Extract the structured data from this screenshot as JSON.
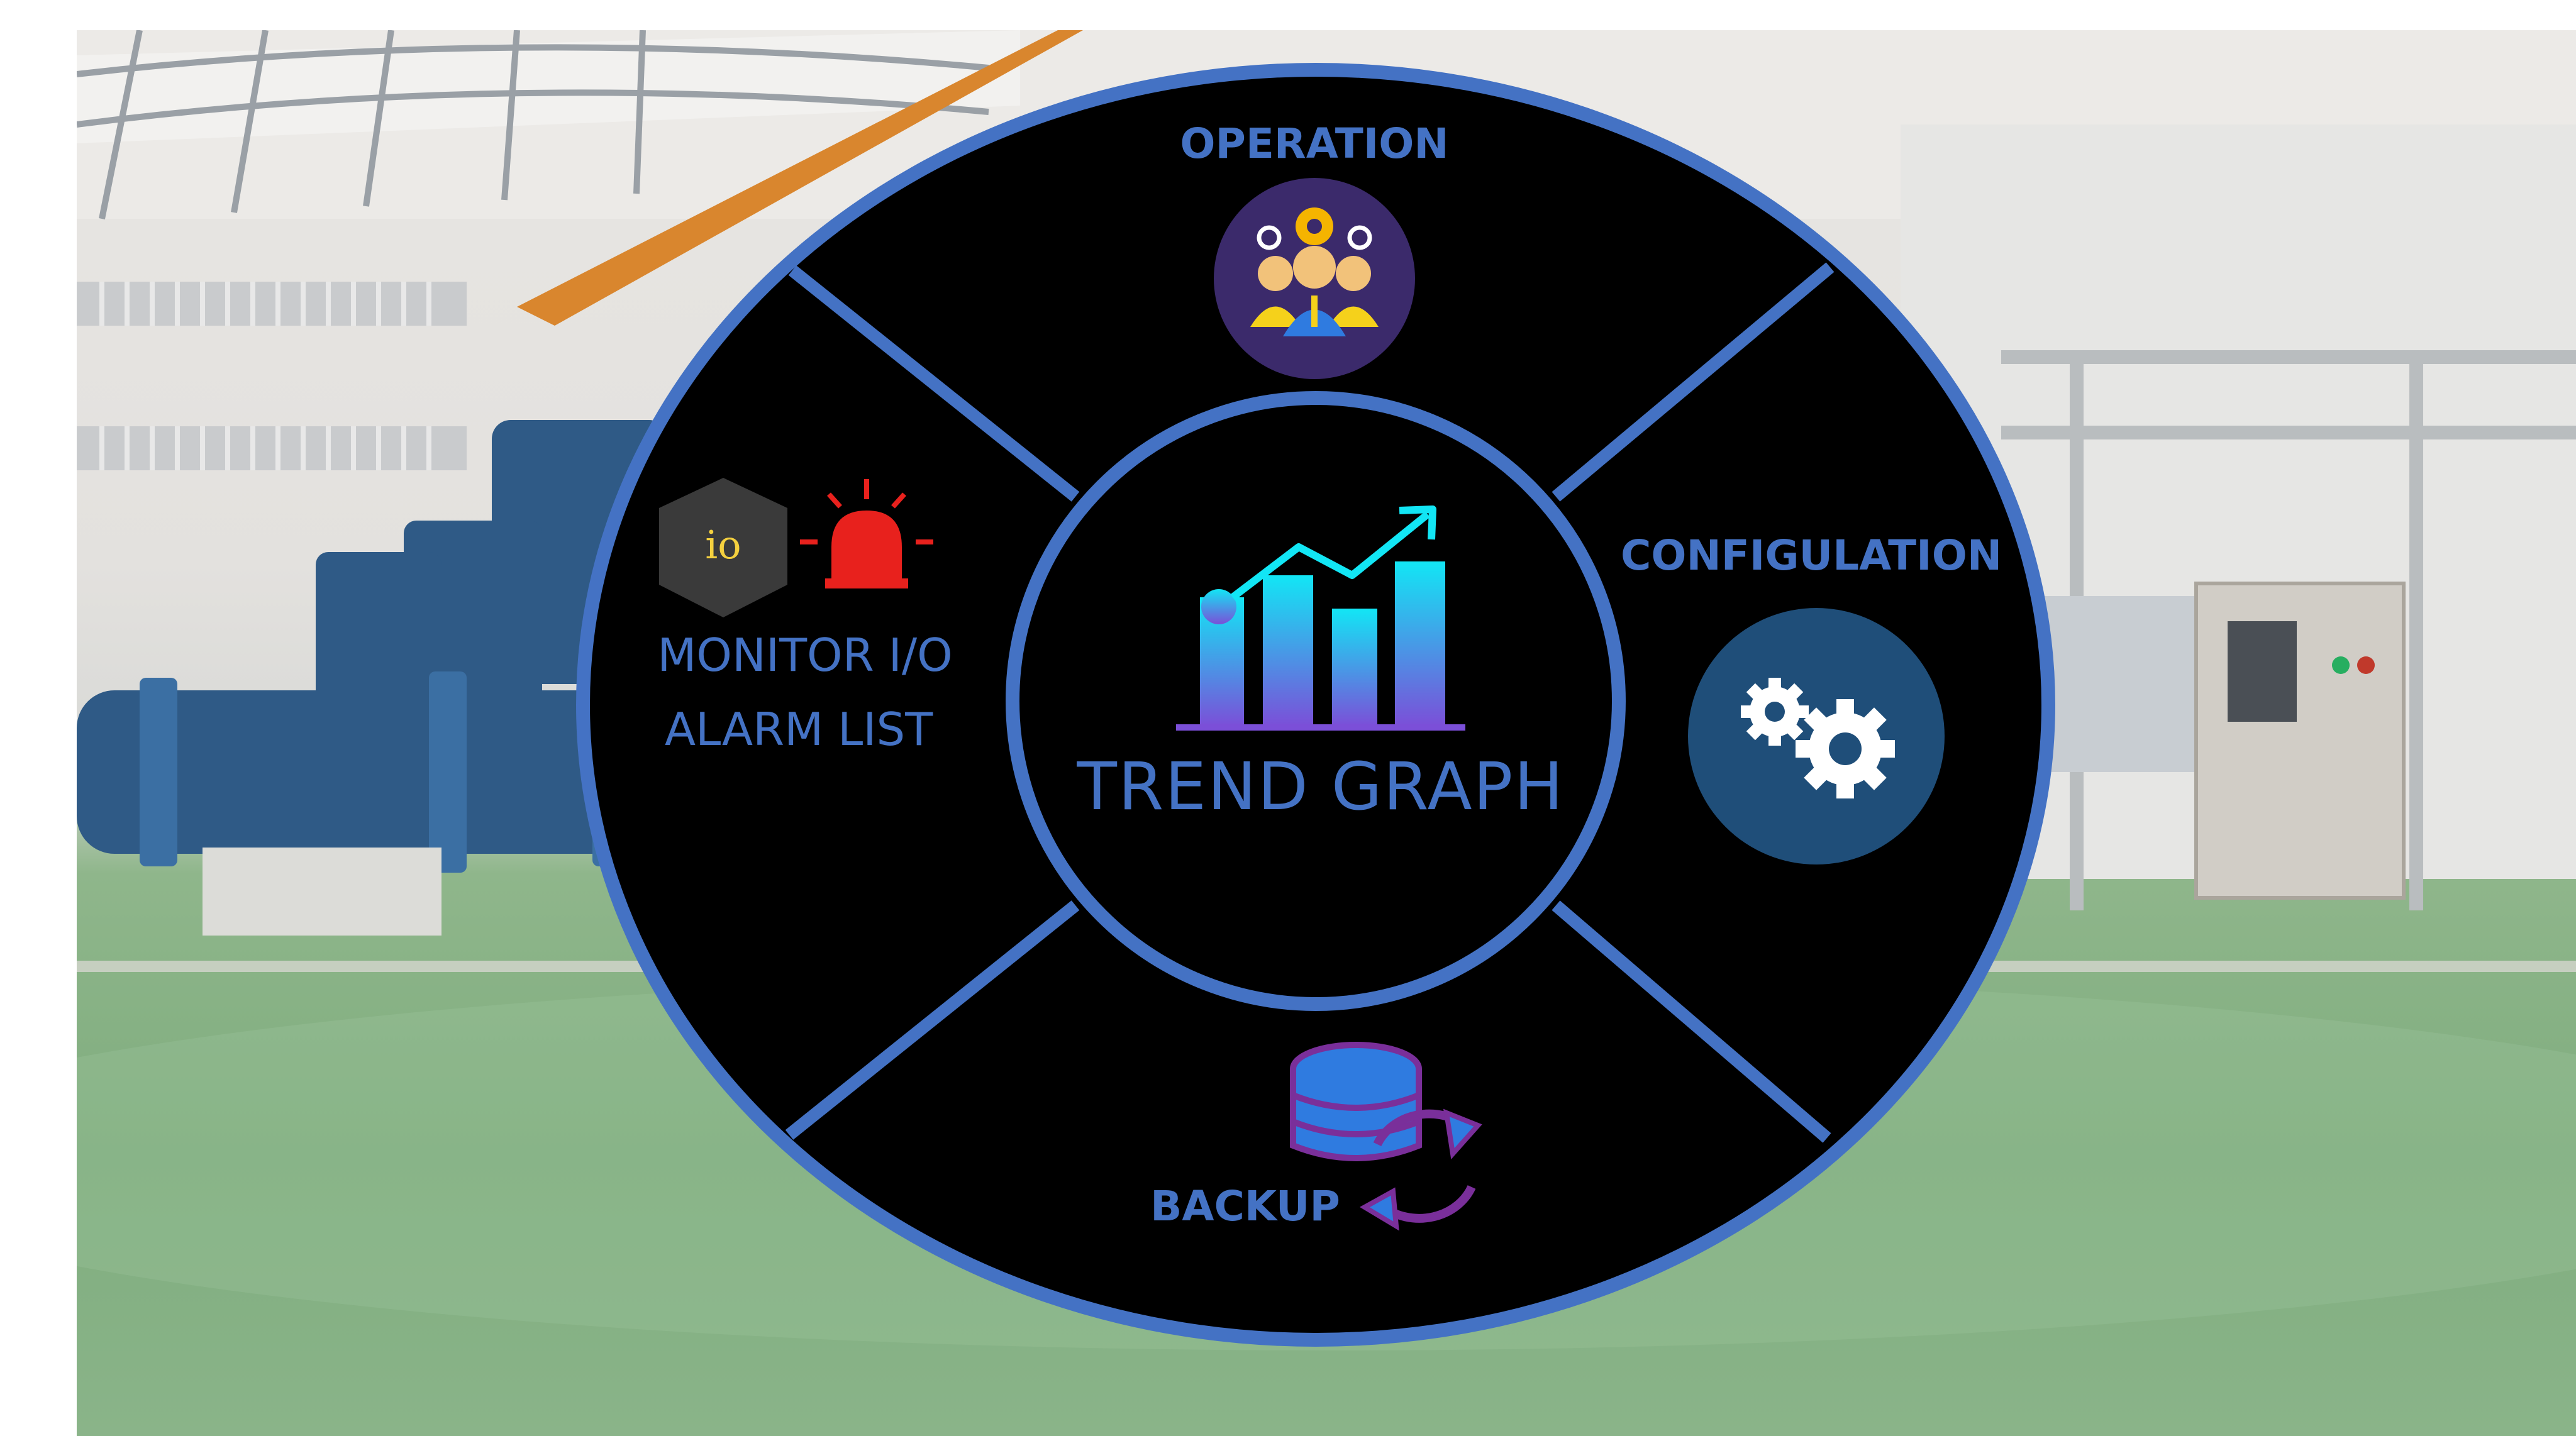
{
  "diagram": {
    "center": {
      "label": "TREND GRAPH",
      "icon": "trend-chart-icon"
    },
    "segments": [
      {
        "id": "operation",
        "label": "OPERATION",
        "icon": "team-gears-icon"
      },
      {
        "id": "configuration",
        "label": "CONFIGULATION",
        "icon": "gears-icon"
      },
      {
        "id": "backup",
        "label": "BACKUP",
        "icon": "database-sync-icon"
      },
      {
        "id": "monitor",
        "label_line1": "MONITOR I/O",
        "label_line2": "ALARM LIST",
        "icons": [
          "io-hexagon-icon",
          "alarm-siren-icon"
        ],
        "io_text": "io"
      }
    ]
  },
  "colors": {
    "ring": "#4472c4",
    "segment_fill": "#000000",
    "label": "#4472c4",
    "operation_badge": "#3b2a6b",
    "config_badge": "#1f4e79",
    "alarm": "#e8211d",
    "io_hexagon": "#3a3a3a",
    "io_text": "#f4d03f",
    "chart_gradient_top": "#12e6f5",
    "chart_gradient_bottom": "#7b4fd8"
  },
  "background": {
    "icon": "factory-pump-room-photo"
  }
}
